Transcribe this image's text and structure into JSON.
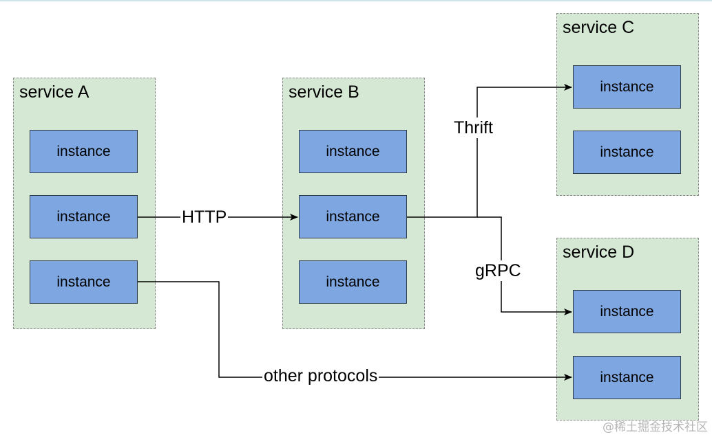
{
  "services": {
    "a": {
      "title": "service A",
      "instances": [
        "instance",
        "instance",
        "instance"
      ]
    },
    "b": {
      "title": "service B",
      "instances": [
        "instance",
        "instance",
        "instance"
      ]
    },
    "c": {
      "title": "service C",
      "instances": [
        "instance",
        "instance"
      ]
    },
    "d": {
      "title": "service D",
      "instances": [
        "instance",
        "instance"
      ]
    }
  },
  "edges": {
    "http": "HTTP",
    "thrift": "Thrift",
    "grpc": "gRPC",
    "other": "other protocols"
  },
  "watermark": "@稀土掘金技术社区"
}
